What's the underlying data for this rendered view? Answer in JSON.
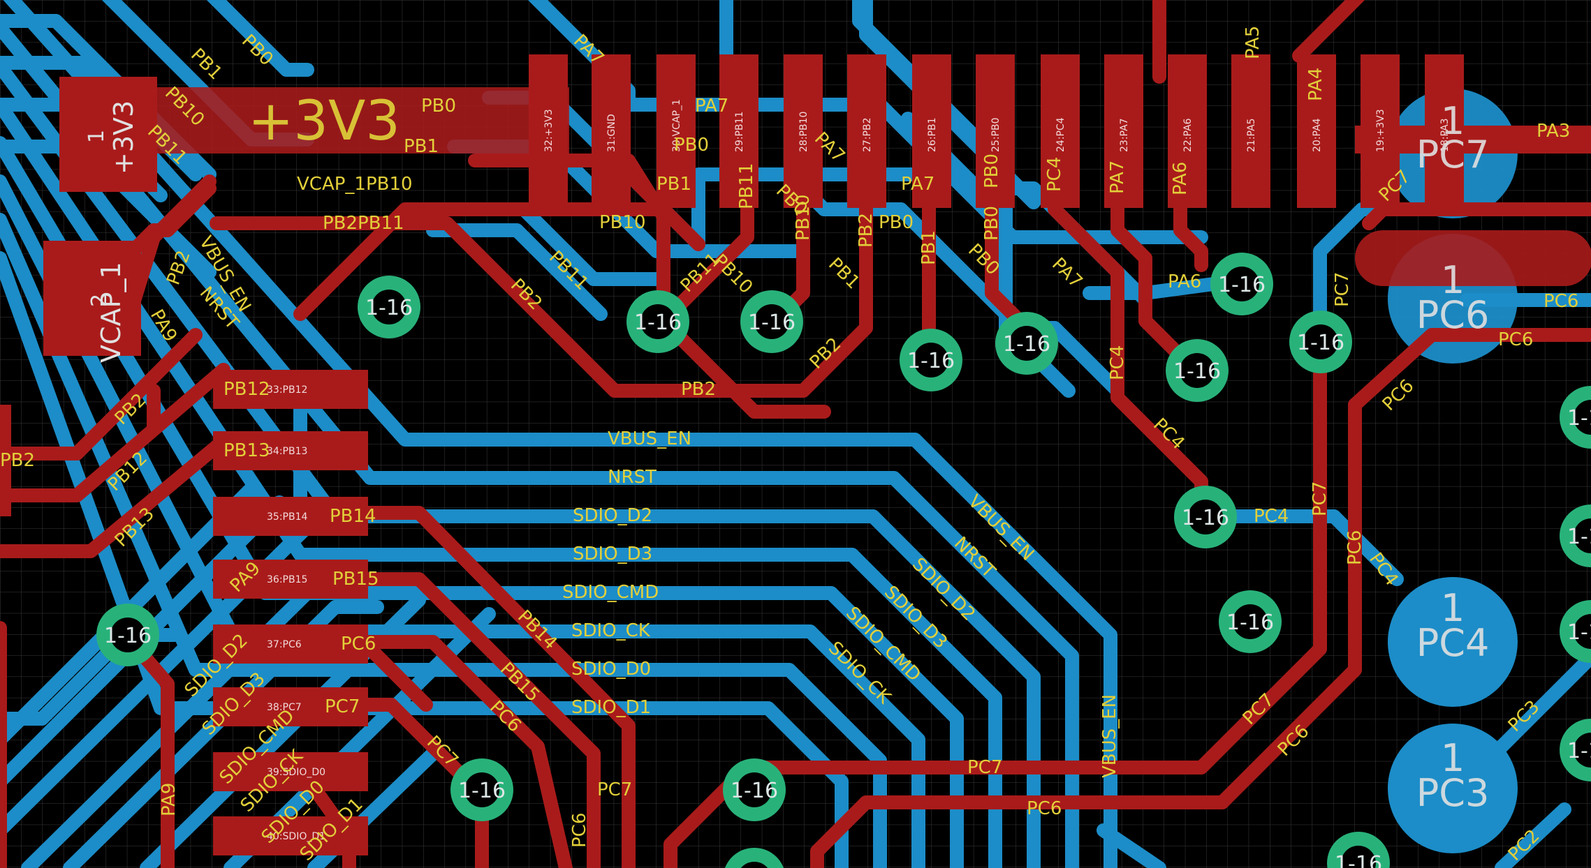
{
  "colors": {
    "background": "#000000",
    "grid": "#3a3a3a",
    "top_copper": "#a91b1b",
    "bottom_copper": "#1c8dc8",
    "via_ring": "#28b27a",
    "label": "#e2cf3a",
    "pad_label": "#e0e0e0"
  },
  "big_labels": {
    "rail": "+3V3"
  },
  "pads": {
    "p3v3": {
      "num": "1",
      "net": "+3V3"
    },
    "vcap": {
      "num": "2",
      "net": "VCAP_1"
    },
    "pc7": {
      "num": "1",
      "net": "PC7"
    },
    "pc6": {
      "num": "1",
      "net": "PC6"
    },
    "pc4": {
      "num": "1",
      "net": "PC4"
    },
    "pc3": {
      "num": "1",
      "net": "PC3"
    }
  },
  "ic_top_pads": [
    "32:+3V3",
    "31:GND",
    "30:VCAP_1",
    "29:PB11",
    "28:PB10",
    "27:PB2",
    "26:PB1",
    "25:PB0",
    "24:PC4",
    "23:PA7",
    "22:PA6",
    "21:PA5",
    "20:PA4",
    "19:+3V3",
    "18:PA3"
  ],
  "ic_left_pads": [
    {
      "pin": "33:PB12",
      "net": "PB12"
    },
    {
      "pin": "34:PB13",
      "net": "PB13"
    },
    {
      "pin": "35:PB14",
      "net": "PB14"
    },
    {
      "pin": "36:PB15",
      "net": "PB15"
    },
    {
      "pin": "37:PC6",
      "net": "PC6"
    },
    {
      "pin": "38:PC7",
      "net": "PC7"
    },
    {
      "pin": "39:SDIO_D0",
      "net": ""
    },
    {
      "pin": "40:SDIO_D1",
      "net": ""
    }
  ],
  "via_label": "1-16",
  "bus_labels": [
    "VBUS_EN",
    "NRST",
    "SDIO_D2",
    "SDIO_D3",
    "SDIO_CMD",
    "SDIO_CK",
    "SDIO_D0",
    "SDIO_D1"
  ],
  "net_labels": {
    "pb0": "PB0",
    "pb1": "PB1",
    "pb2": "PB2",
    "pb10": "PB10",
    "pb11": "PB11",
    "pb12": "PB12",
    "pb13": "PB13",
    "pb14": "PB14",
    "pb15": "PB15",
    "pa3": "PA3",
    "pa4": "PA4",
    "pa5": "PA5",
    "pa6": "PA6",
    "pa7": "PA7",
    "pa9": "PA9",
    "pc2": "PC2",
    "pc3": "PC3",
    "pc4": "PC4",
    "pc6": "PC6",
    "pc7": "PC7",
    "vcap_pb10": "VCAP_1PB10",
    "pb2pb11": "PB2PB11",
    "vbus_en": "VBUS_EN",
    "nrst": "NRST",
    "sdio_d0": "SDIO_D0",
    "sdio_d1": "SDIO_D1",
    "sdio_d2": "SDIO_D2",
    "sdio_d3": "SDIO_D3",
    "sdio_cmd": "SDIO_CMD",
    "sdio_ck": "SDIO_CK"
  }
}
